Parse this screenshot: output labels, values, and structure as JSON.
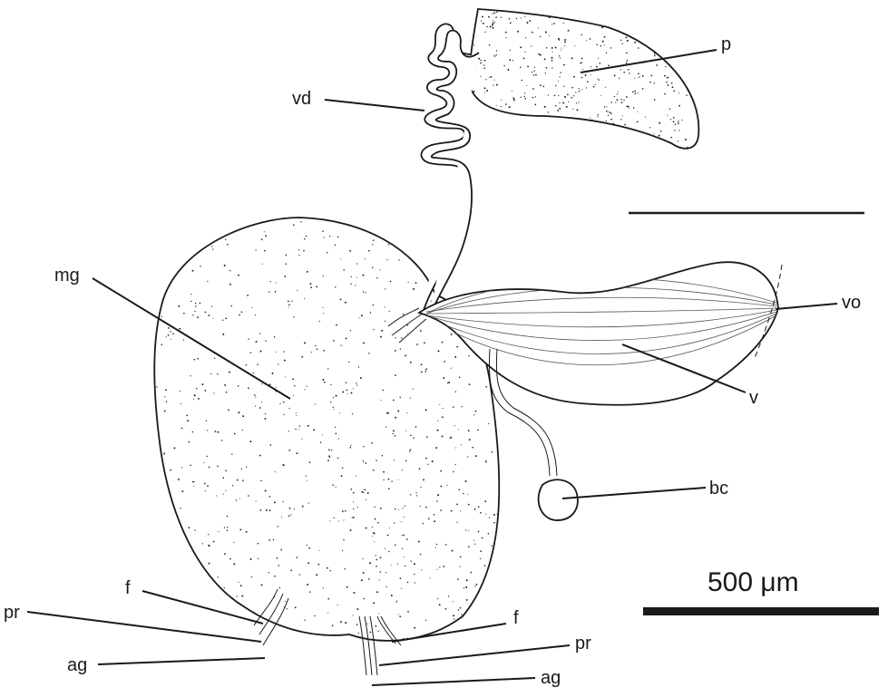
{
  "labels": {
    "p": "p",
    "vd": "vd",
    "mg": "mg",
    "vo": "vo",
    "v": "v",
    "bc": "bc",
    "f_left": "f",
    "pr_left": "pr",
    "ag_left": "ag",
    "f_right": "f",
    "pr_right": "pr",
    "ag_right": "ag"
  },
  "scale_bar": {
    "label": "500 μm"
  },
  "colors": {
    "ink": "#1a1a1a",
    "paper": "#ffffff"
  }
}
